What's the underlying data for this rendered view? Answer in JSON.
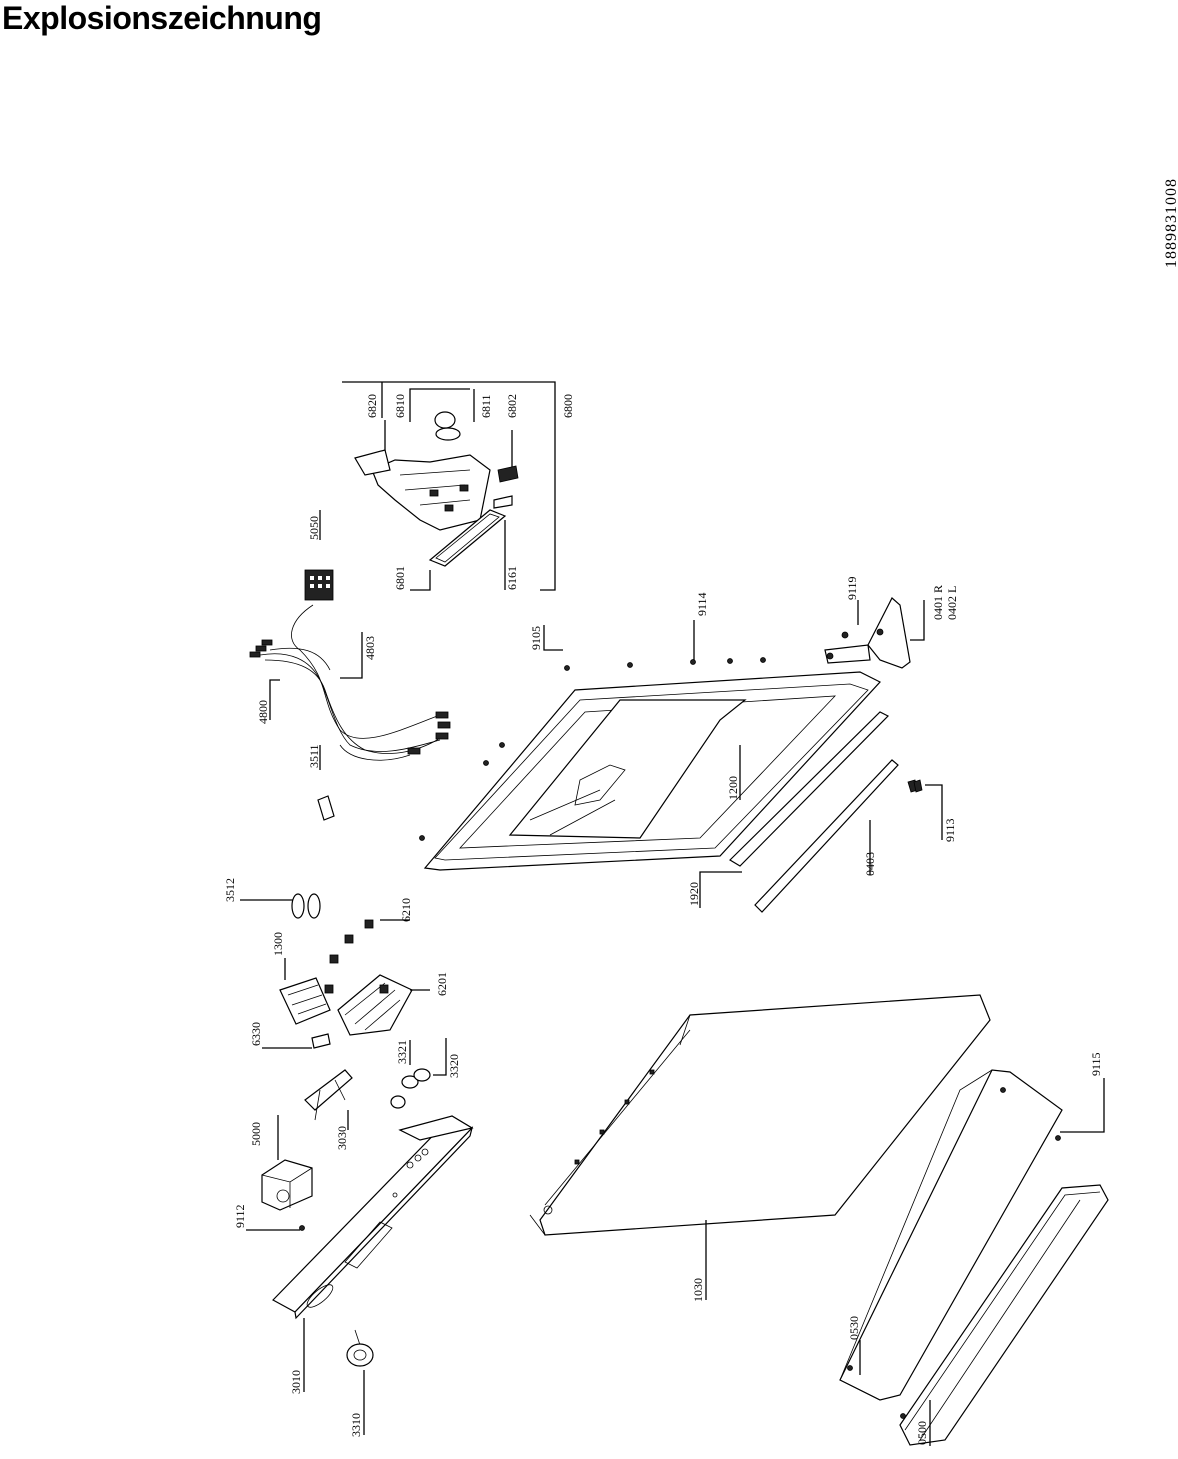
{
  "title": "Explosionszeichnung",
  "document_number": "1889831008",
  "part_labels": {
    "p6820": "6820",
    "p6810": "6810",
    "p6811": "6811",
    "p6802": "6802",
    "p6800": "6800",
    "p5050": "5050",
    "p6801": "6801",
    "p6161": "6161",
    "p9105": "9105",
    "p9114": "9114",
    "p9119": "9119",
    "p0401": "0401 R",
    "p0402": "0402 L",
    "p4800": "4800",
    "p4803": "4803",
    "p3511": "3511",
    "p1200": "1200",
    "p9113": "9113",
    "p0403": "0403",
    "p1920": "1920",
    "p3512": "3512",
    "p1300": "1300",
    "p6210": "6210",
    "p6201": "6201",
    "p6330": "6330",
    "p3321": "3321",
    "p3320": "3320",
    "p3030": "3030",
    "p5000": "5000",
    "p9112": "9112",
    "p9115": "9115",
    "p1030": "1030",
    "p0530": "0530",
    "p3010": "3010",
    "p3310": "3310",
    "p0500": "0500"
  }
}
